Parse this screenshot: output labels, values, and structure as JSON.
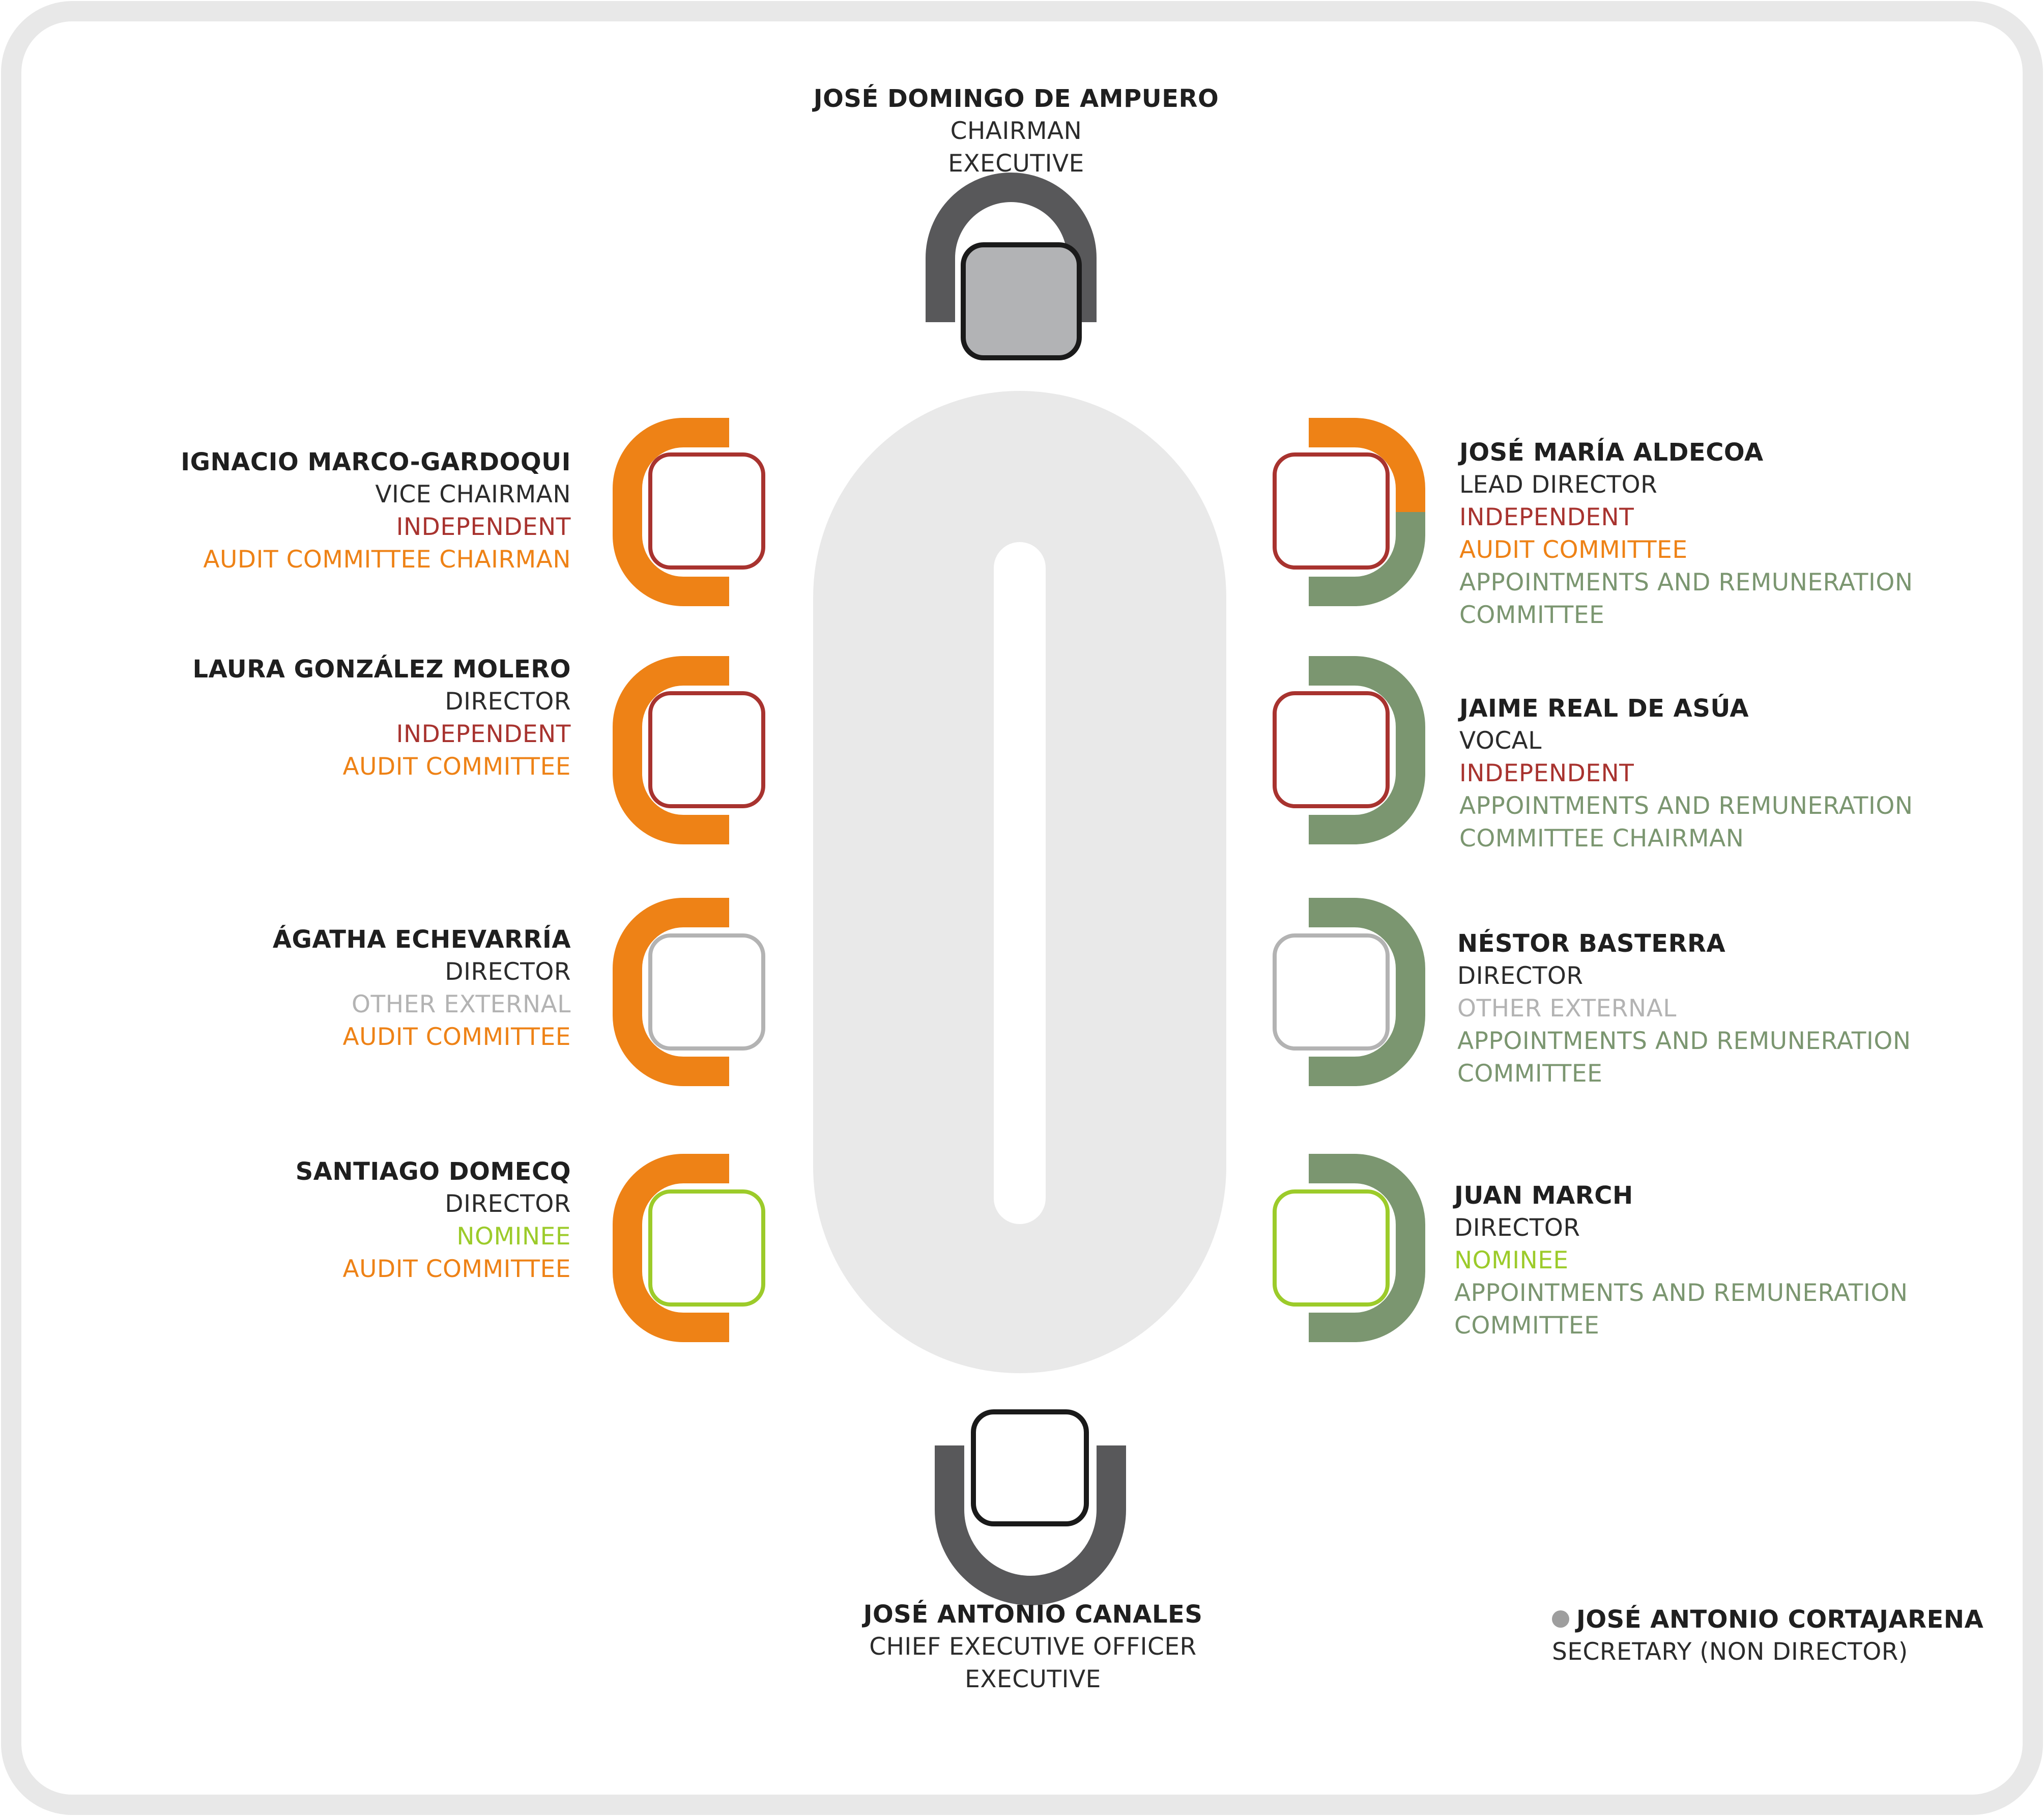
{
  "colors": {
    "executive_dark": "#58585a",
    "chair_seat_fill": "#b2b3b5",
    "table": "#e9e9e9",
    "audit_orange": "#ee8216",
    "appointments_green": "#7b9670",
    "independent_red": "#a8332f",
    "other_external_grey": "#b3b3b3",
    "nominee_lime": "#9ccb2a",
    "secretary_dot": "#9e9e9e"
  },
  "members": {
    "chairman": {
      "name": "JOSÉ DOMINGO DE AMPUERO",
      "role": "CHAIRMAN",
      "type": "EXECUTIVE"
    },
    "ceo": {
      "name": "JOSÉ ANTONIO CANALES",
      "role": "CHIEF EXECUTIVE OFFICER",
      "type": "EXECUTIVE"
    },
    "left": [
      {
        "name": "IGNACIO MARCO-GARDOQUI",
        "role": "VICE CHAIRMAN",
        "type": "INDEPENDENT",
        "committee": "AUDIT COMMITTEE CHAIRMAN"
      },
      {
        "name": "LAURA GONZÁLEZ MOLERO",
        "role": "DIRECTOR",
        "type": "INDEPENDENT",
        "committee": "AUDIT COMMITTEE"
      },
      {
        "name": "ÁGATHA ECHEVARRÍA",
        "role": "DIRECTOR",
        "type": "OTHER EXTERNAL",
        "committee": "AUDIT COMMITTEE"
      },
      {
        "name": "SANTIAGO DOMECQ",
        "role": "DIRECTOR",
        "type": "NOMINEE",
        "committee": "AUDIT COMMITTEE"
      }
    ],
    "right": [
      {
        "name": "JOSÉ MARÍA ALDECOA",
        "role": "LEAD DIRECTOR",
        "type": "INDEPENDENT",
        "committee_1": "AUDIT COMMITTEE",
        "committee_2a": "APPOINTMENTS AND REMUNERATION",
        "committee_2b": "COMMITTEE"
      },
      {
        "name": "JAIME REAL DE ASÚA",
        "role": "VOCAL",
        "type": "INDEPENDENT",
        "committee_a": "APPOINTMENTS AND REMUNERATION",
        "committee_b": "COMMITTEE CHAIRMAN"
      },
      {
        "name": "NÉSTOR BASTERRA",
        "role": "DIRECTOR",
        "type": "OTHER EXTERNAL",
        "committee_a": "APPOINTMENTS AND REMUNERATION",
        "committee_b": "COMMITTEE"
      },
      {
        "name": "JUAN MARCH",
        "role": "DIRECTOR",
        "type": "NOMINEE",
        "committee_a": "APPOINTMENTS AND REMUNERATION",
        "committee_b": "COMMITTEE"
      }
    ]
  },
  "secretary": {
    "name": "JOSÉ ANTONIO CORTAJARENA",
    "role": "SECRETARY (NON DIRECTOR)"
  }
}
